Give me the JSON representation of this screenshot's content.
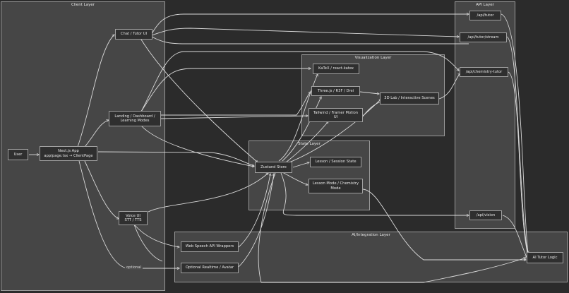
{
  "layers": {
    "client": "Client Layer",
    "api": "API Layer",
    "visualization": "Visualization Layer",
    "state": "State Layer",
    "ai": "AI/Integration Layer"
  },
  "nodes": {
    "user": "User",
    "nextjs": "Next.js App\napp/page.tsx → ClientPage",
    "chat": "Chat / Tutor UI",
    "landing": "Landing / Dashboard /\nLearning Modes",
    "voice": "Voice UI\nSTT / TTS",
    "api_tutor": "/api/tutor",
    "api_tutor_stream": "/api/tutor/stream",
    "api_chem": "/api/chemistry-tutor",
    "api_vision": "/api/vision",
    "katex": "KaTeX / react-katex",
    "threejs": "Three.js / R3F / Drei",
    "tailwind": "Tailwind / Framer Motion\nUI",
    "lab3d": "3D Lab / Interactive Scenes",
    "zustand": "Zustand Store",
    "lesson_state": "Lesson / Session State",
    "lesson_mode": "Lesson Mode / Chemistry\nMode",
    "speech": "Web Speech API Wrappers",
    "realtime": "Optional Realtime / Avatar",
    "ai_logic": "AI Tutor Logic"
  },
  "edge_labels": {
    "optional": "optional"
  },
  "colors": {
    "background": "#2b2b2b",
    "layer_fill": "#464646",
    "node_fill": "#2f2f2f",
    "stroke": "#d9d9d9"
  }
}
